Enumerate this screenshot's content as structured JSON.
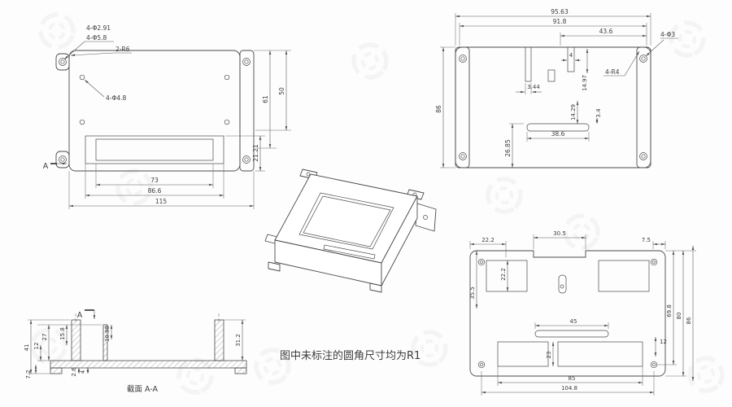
{
  "note_text": "图中未标注的圆角尺寸均为R1",
  "front_view": {
    "leader_hole_small": "4-Φ2.91",
    "leader_hole_cbore": "4-Φ5.8",
    "leader_radius": "2-R6",
    "leader_boss": "4-Φ4.8",
    "dim_recess_inner_width": "73",
    "dim_recess_width": "86.6",
    "dim_total_width": "115",
    "dim_height_inner": "61",
    "dim_height": "50",
    "dim_recess_corner": "21.21",
    "section_mark": "A"
  },
  "back_view": {
    "dim_total_width": "95.63",
    "dim_width_2": "91.8",
    "dim_width_3": "43.6",
    "dim_height": "86",
    "dim_slot_gap": "4",
    "dim_small_1": "3.44",
    "dim_v1": "14.29",
    "dim_v2": "14.97",
    "dim_v3": "3.4",
    "dim_slot_width": "38.6",
    "dim_bottom_offset": "26.85",
    "leader_holes": "4-Φ3",
    "leader_radius": "4-R4"
  },
  "section_view": {
    "mark": "A",
    "label": "截面 A-A",
    "dim_h_total": "41",
    "dim_h1": "12",
    "dim_h2": "27",
    "dim_wall": "15.8",
    "dim_rib": "10.98",
    "dim_right": "31.2",
    "dim_foot": "7.2",
    "dim_b1": "2.6",
    "dim_b2": "4"
  },
  "bottom_view": {
    "dim_top_left": "22.2",
    "dim_notch": "30.5",
    "dim_top_right": "7.5",
    "dim_left_rect_h": "22.2",
    "dim_left_v": "35.5",
    "dim_r1": "69.8",
    "dim_r2": "80",
    "dim_r3": "86",
    "dim_gap": "12",
    "dim_mid_slot": "45",
    "dim_cutout_h": "23",
    "dim_bottom_w": "85",
    "dim_total_w": "104.8"
  }
}
